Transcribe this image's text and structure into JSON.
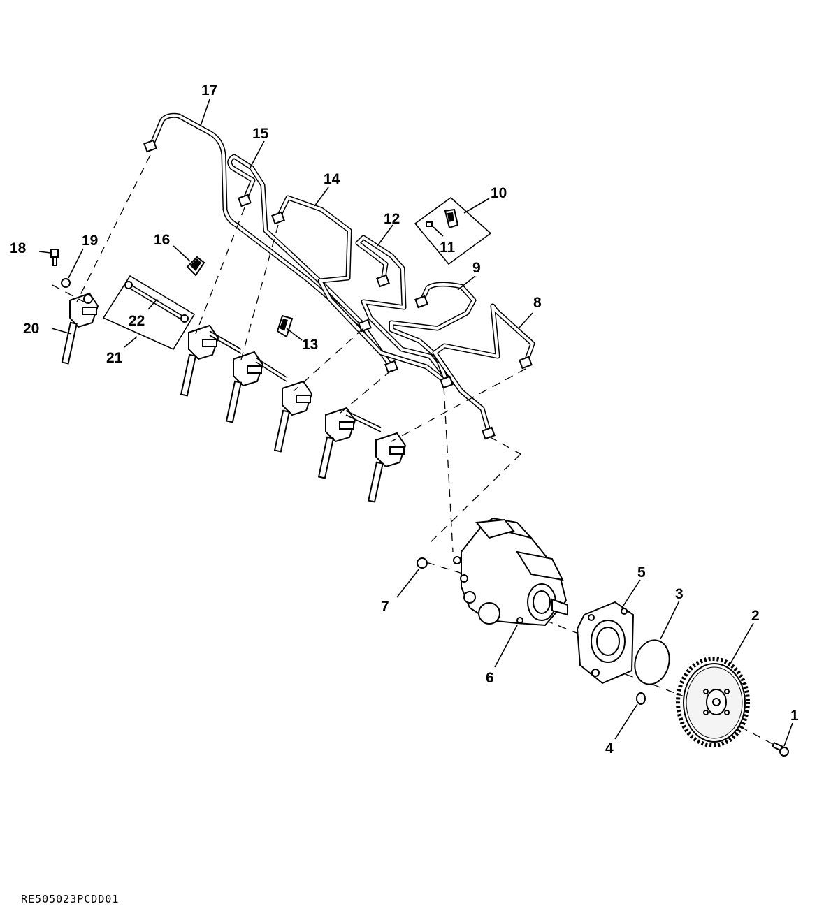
{
  "callouts": {
    "c1": "1",
    "c2": "2",
    "c3": "3",
    "c4": "4",
    "c5": "5",
    "c6": "6",
    "c7": "7",
    "c8": "8",
    "c9": "9",
    "c10": "10",
    "c11": "11",
    "c12": "12",
    "c13": "13",
    "c14": "14",
    "c15": "15",
    "c16": "16",
    "c17": "17",
    "c18": "18",
    "c19": "19",
    "c20": "20",
    "c21": "21",
    "c22": "22"
  },
  "reference_code": "RE505023PCDD01"
}
